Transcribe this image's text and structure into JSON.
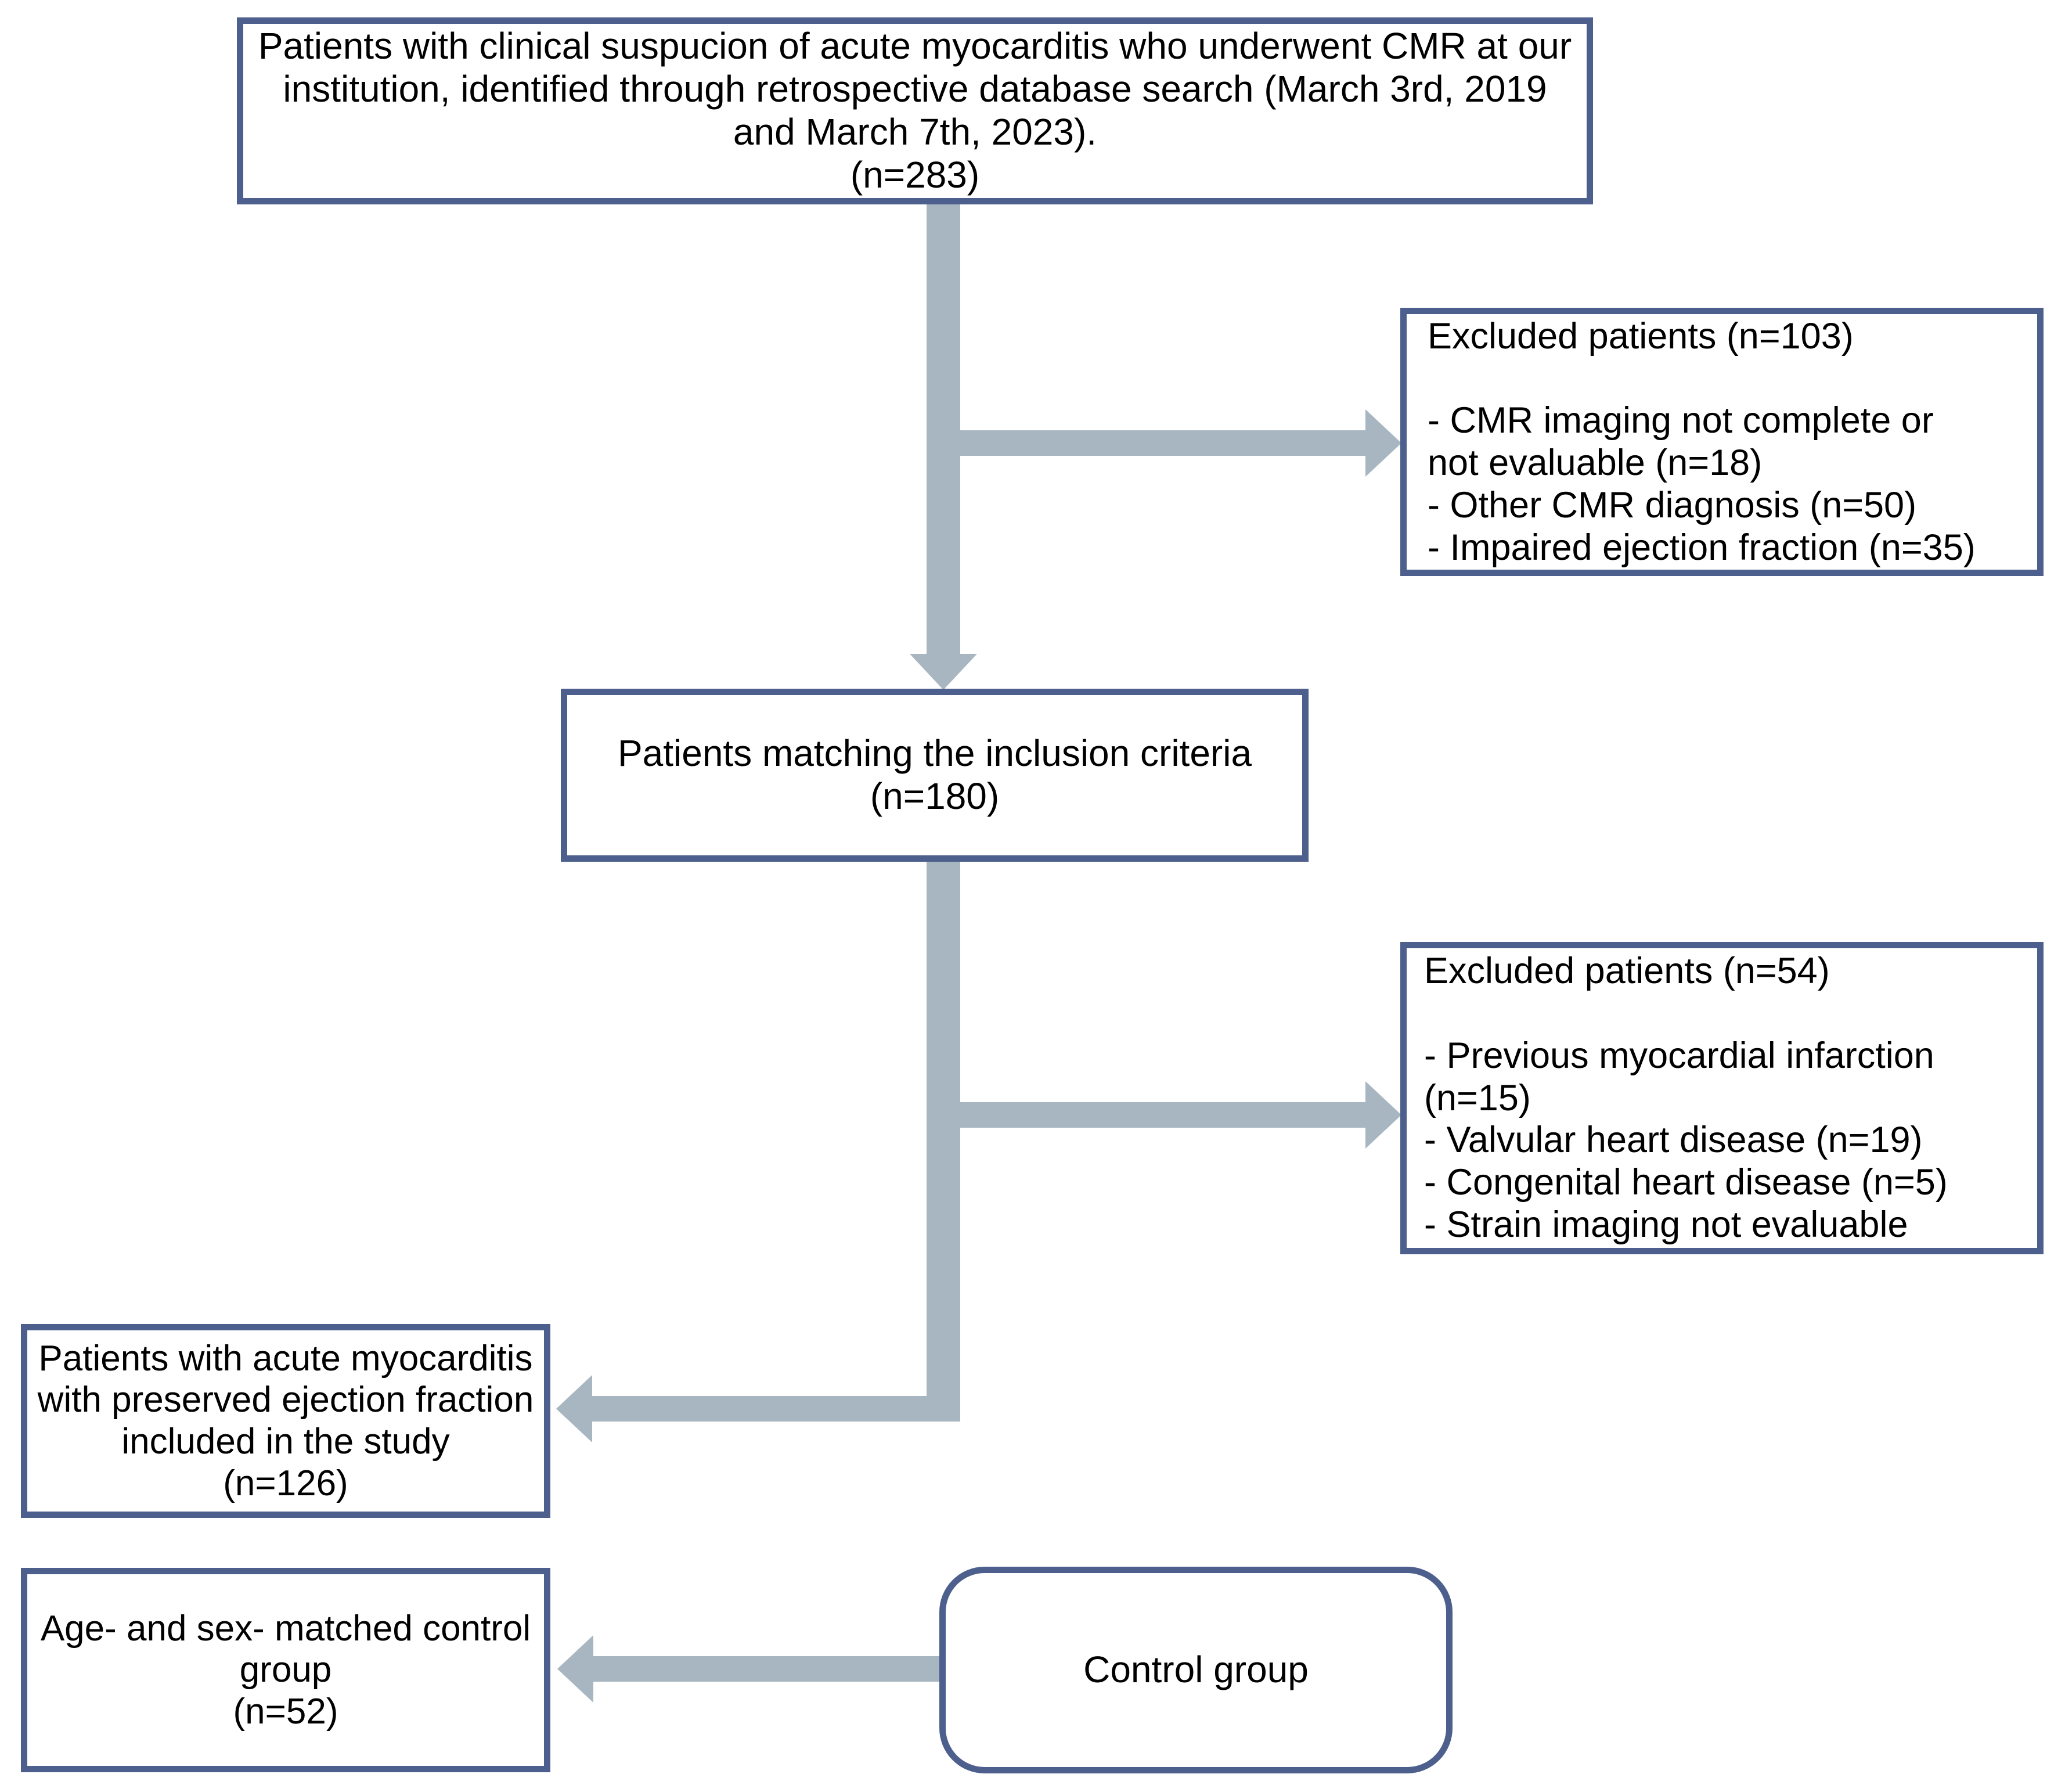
{
  "diagram": {
    "title": "Patient selection flowchart",
    "colors": {
      "box_border": "#4d5f8c",
      "box_fill": "#ffffff",
      "connector": "#a7b6c0",
      "text": "#000000"
    },
    "nodes": {
      "source": {
        "name": "source-population-box",
        "text": "Patients with clinical suspucion of acute myocarditis who underwent CMR at our institution, identified through retrospective database search (March 3rd, 2019 and March 7th, 2023).\n(n=283)",
        "count": 283
      },
      "excluded_1": {
        "name": "excluded-patients-box-1",
        "text": "Excluded patients (n=103)\n\n- CMR imaging not complete or\n  not evaluable (n=18)\n- Other CMR diagnosis (n=50)\n- Impaired ejection fraction (n=35)",
        "heading": "Excluded patients (n=103)",
        "count": 103,
        "reasons": [
          {
            "label": "CMR imaging not complete or not evaluable",
            "n": 18
          },
          {
            "label": "Other CMR diagnosis",
            "n": 50
          },
          {
            "label": "Impaired ejection fraction",
            "n": 35
          }
        ]
      },
      "inclusion": {
        "name": "inclusion-criteria-box",
        "text": "Patients matching the inclusion criteria\n(n=180)",
        "count": 180
      },
      "excluded_2": {
        "name": "excluded-patients-box-2",
        "text": "Excluded patients (n=54)\n\n- Previous myocardial infarction\n(n=15)\n- Valvular heart disease (n=19)\n- Congenital heart disease (n=5)\n- Strain imaging not evaluable",
        "heading": "Excluded patients (n=54)",
        "count": 54,
        "reasons": [
          {
            "label": "Previous myocardial infarction",
            "n": 15
          },
          {
            "label": "Valvular heart disease",
            "n": 19
          },
          {
            "label": "Congenital heart disease",
            "n": 5
          },
          {
            "label": "Strain imaging not evaluable",
            "n": null
          }
        ]
      },
      "included": {
        "name": "included-study-population-box",
        "text": "Patients with acute myocarditis with preserved ejection fraction included in the study\n(n=126)",
        "count": 126
      },
      "matched_control": {
        "name": "matched-control-group-box",
        "text": "Age- and sex- matched control group\n(n=52)",
        "count": 52
      },
      "control": {
        "name": "control-group-box",
        "text": "Control group"
      }
    },
    "connectors": [
      {
        "name": "source-to-inclusion-arrow",
        "direction": "down"
      },
      {
        "name": "source-to-excluded1-arrow",
        "direction": "right"
      },
      {
        "name": "inclusion-to-included-arrow",
        "direction": "left"
      },
      {
        "name": "inclusion-to-excluded2-arrow",
        "direction": "right"
      },
      {
        "name": "control-to-matched-arrow",
        "direction": "left"
      }
    ]
  }
}
